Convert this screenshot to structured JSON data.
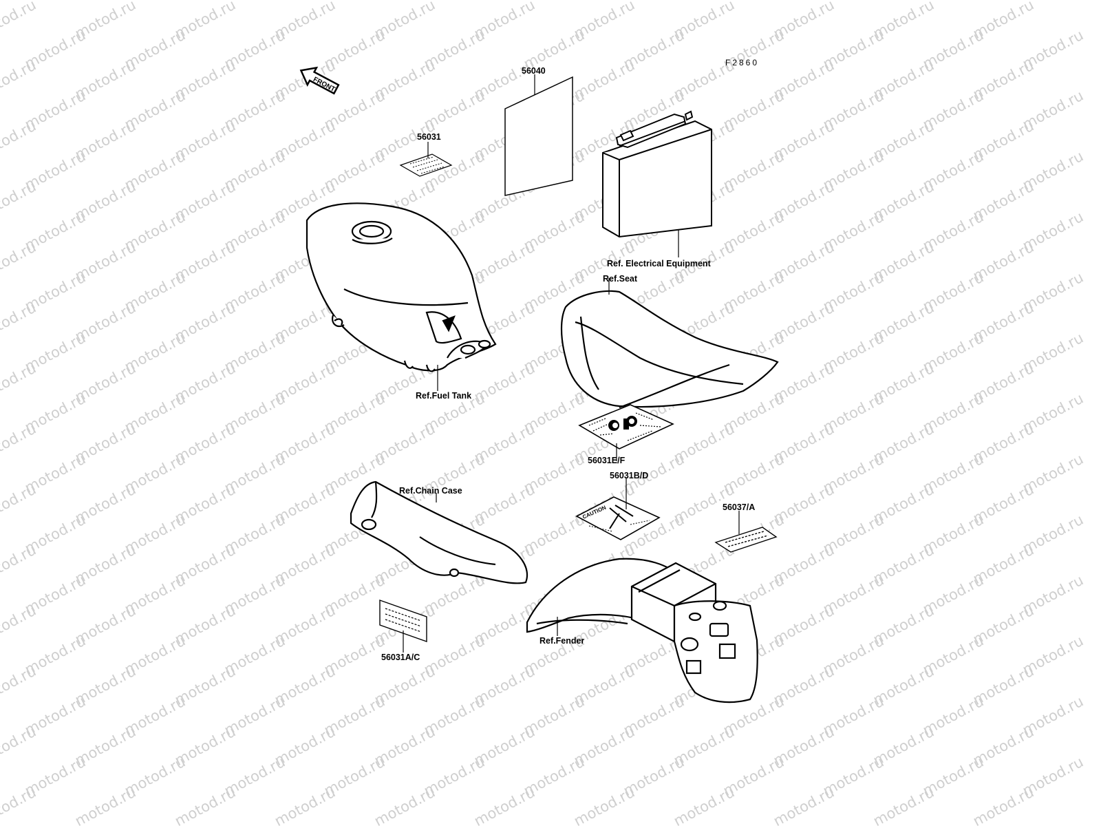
{
  "diagram": {
    "code": "F2860",
    "front_arrow": "FRONT",
    "watermark": "motod.ru",
    "labels": {
      "p56040": "56040",
      "p56031": "56031",
      "electrical": "Ref. Electrical Equipment",
      "seat": "Ref.Seat",
      "fuel_tank": "Ref.Fuel Tank",
      "p56031ef": "56031E/F",
      "p56031bd": "56031B/D",
      "chain_case": "Ref.Chain Case",
      "p56037a": "56037/A",
      "fender": "Ref.Fender",
      "p56031ac": "56031A/C"
    },
    "caution_text": "CAUTION"
  }
}
